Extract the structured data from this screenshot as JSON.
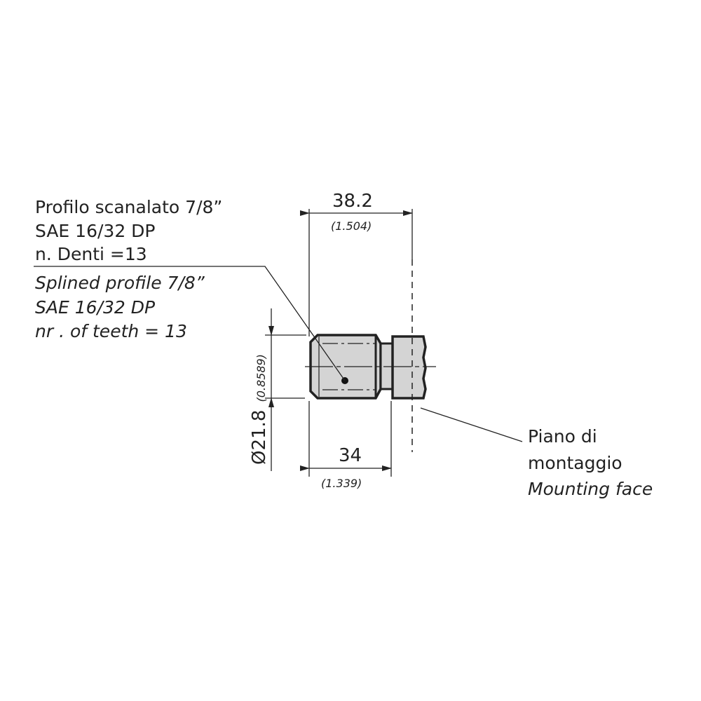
{
  "spline_note": {
    "it_line1": "Profilo scanalato 7/8”",
    "it_line2": "SAE 16/32 DP",
    "it_line3": "n. Denti =13",
    "en_line1": "Splined profile 7/8”",
    "en_line2": "SAE 16/32 DP",
    "en_line3": "nr . of teeth = 13"
  },
  "dimensions": {
    "overall_length": "38.2",
    "overall_length_in": "(1.504)",
    "spline_length": "34",
    "spline_length_in": "(1.339)",
    "diameter": "Ø21.8",
    "diameter_in": "(0.8589)"
  },
  "mounting_note": {
    "it_line1": "Piano di",
    "it_line2": "montaggio",
    "en_line": "Mounting face"
  },
  "colors": {
    "shaft_fill": "#d4d4d4",
    "line": "#222222"
  }
}
